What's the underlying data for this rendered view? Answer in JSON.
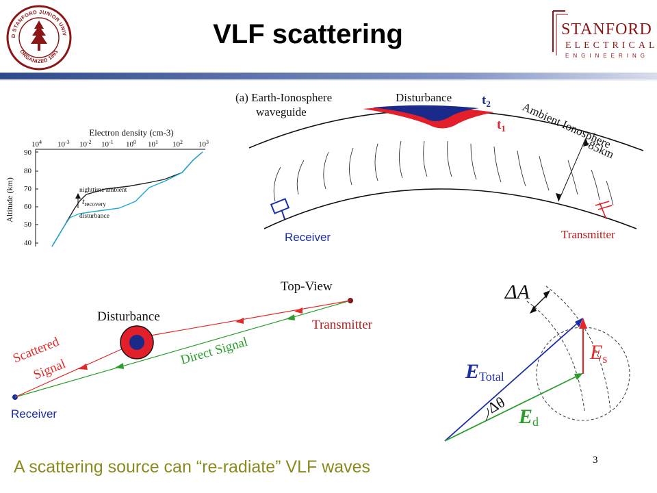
{
  "slide": {
    "title": "VLF scattering",
    "caption": "A scattering source can “re-radiate” VLF waves",
    "page_number": "3"
  },
  "logos": {
    "seal": {
      "ring_text": "LELAND STANFORD JUNIOR UNIVERSITY",
      "bottom_text": "ORGANIZED 1891"
    },
    "dept": {
      "line1": "STANFORD",
      "line2": "ELECTRICAL",
      "line3": "ENGINEERING"
    }
  },
  "density_plot": {
    "x_title": "Electron density (cm-3)",
    "y_title": "Altitude (km)",
    "x_ticks": [
      "10",
      "10",
      "10",
      "10",
      "10",
      "10",
      "10",
      "10"
    ],
    "x_exponents": [
      "4",
      "-3",
      "-2",
      "-1",
      "0",
      "1",
      "2",
      "3"
    ],
    "y_ticks": [
      "90",
      "80",
      "70",
      "60",
      "50",
      "40"
    ],
    "label_ambient": "nighttime ambient",
    "label_recovery_t": "t",
    "label_recovery_sub": "recovery",
    "label_disturbance": "disturbance"
  },
  "waveguide": {
    "label_line1": "(a) Earth-Ionosphere",
    "label_line2": "waveguide",
    "disturbance": "Disturbance",
    "t2": "t",
    "t2_sub": "2",
    "t1": "t",
    "t1_sub": "1",
    "ambient": "Ambient Ionosphere",
    "height": "~85km",
    "receiver": "Receiver",
    "transmitter": "Transmitter"
  },
  "topview": {
    "title": "Top-View",
    "disturbance": "Disturbance",
    "transmitter": "Transmitter",
    "direct": "Direct Signal",
    "scattered_line1": "Scattered",
    "scattered_line2": "Signal",
    "receiver": "Receiver"
  },
  "vectors": {
    "delta_a": "ΔA",
    "e_total": "E",
    "e_total_sub": "Total",
    "e_s": "E",
    "e_s_sub": "s",
    "e_d": "E",
    "e_d_sub": "d",
    "delta_theta": "Δθ"
  },
  "colors": {
    "title_rule_start": "#2f4a8a",
    "title_rule_end": "#d8ddec",
    "stanford_red": "#8c1515",
    "scatter_red": "#e32a2a",
    "direct_green": "#2a9e2a",
    "receiver_blue": "#1b2ea8",
    "disturbance_navy": "#1a2a8a",
    "caption_olive": "#8a8a1e",
    "density_cyan": "#1aa8d8"
  }
}
